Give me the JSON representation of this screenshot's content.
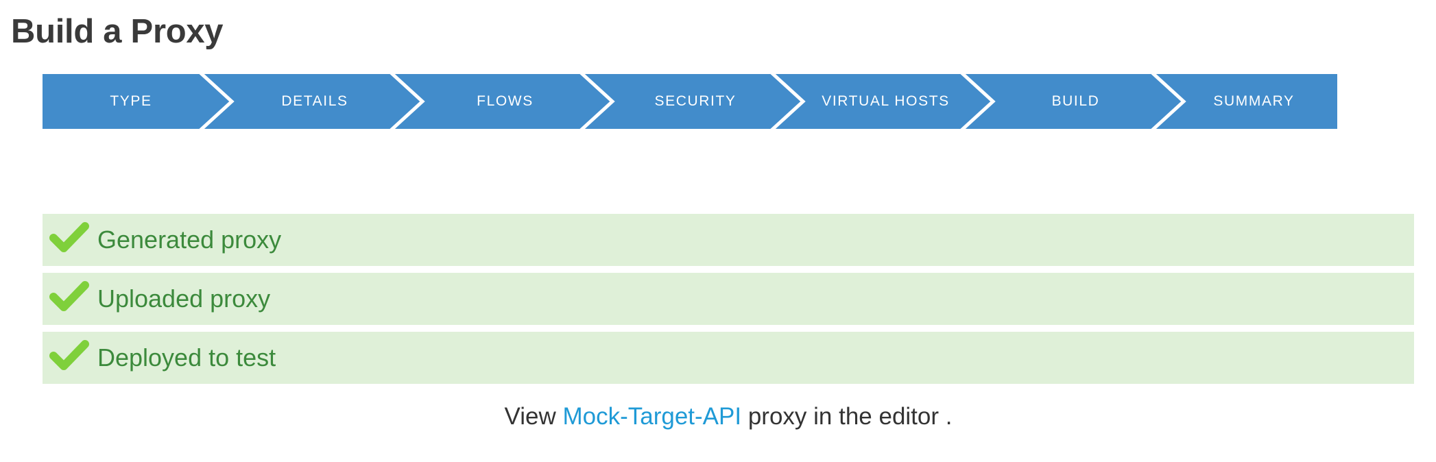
{
  "page": {
    "title": "Build a Proxy"
  },
  "wizard": {
    "color": "#428ccb",
    "steps": [
      {
        "label": "TYPE"
      },
      {
        "label": "DETAILS"
      },
      {
        "label": "FLOWS"
      },
      {
        "label": "SECURITY"
      },
      {
        "label": "VIRTUAL HOSTS"
      },
      {
        "label": "BUILD"
      },
      {
        "label": "SUMMARY"
      }
    ]
  },
  "status": {
    "background": "#dff0d8",
    "text_color": "#3c8a3c",
    "icon": "check-icon",
    "items": [
      {
        "label": "Generated proxy"
      },
      {
        "label": "Uploaded proxy"
      },
      {
        "label": "Deployed to test"
      }
    ]
  },
  "footer": {
    "prefix": "View ",
    "link_text": "Mock-Target-API",
    "suffix": " proxy in the editor ."
  }
}
